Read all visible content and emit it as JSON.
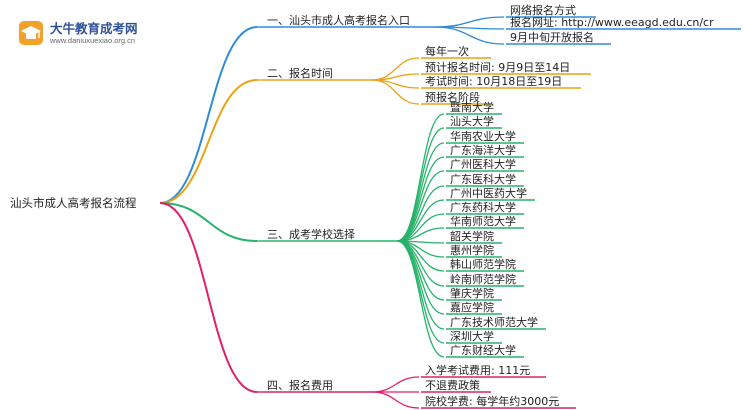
{
  "brand": {
    "name": "大牛教育成考网",
    "url": "www.daniuxuexiao.org.cn"
  },
  "root": {
    "label": "汕头市成人高考报名流程"
  },
  "branches": [
    {
      "label": "一、汕头市成人高考报名入口",
      "color": "#2e8bd8",
      "children": [
        "网络报名方式",
        "报名网址: http://www.eeagd.edu.cn/cr",
        "9月中旬开放报名"
      ]
    },
    {
      "label": "二、报名时间",
      "color": "#e8a317",
      "children": [
        "每年一次",
        "预计报名时间: 9月9日至14日",
        "考试时间: 10月18日至19日",
        "预报名阶段"
      ]
    },
    {
      "label": "三、成考学校选择",
      "color": "#27b36a",
      "children": [
        "暨南大学",
        "汕头大学",
        "华南农业大学",
        "广东海洋大学",
        "广州医科大学",
        "广东医科大学",
        "广州中医药大学",
        "广东药科大学",
        "华南师范大学",
        "韶关学院",
        "惠州学院",
        "韩山师范学院",
        "岭南师范学院",
        "肇庆学院",
        "嘉应学院",
        "广东技术师范大学",
        "深圳大学",
        "广东财经大学"
      ]
    },
    {
      "label": "四、报名费用",
      "color": "#e0206b",
      "children": [
        "入学考试费用: 111元",
        "不退费政策",
        "院校学费: 每学年约3000元"
      ]
    }
  ]
}
